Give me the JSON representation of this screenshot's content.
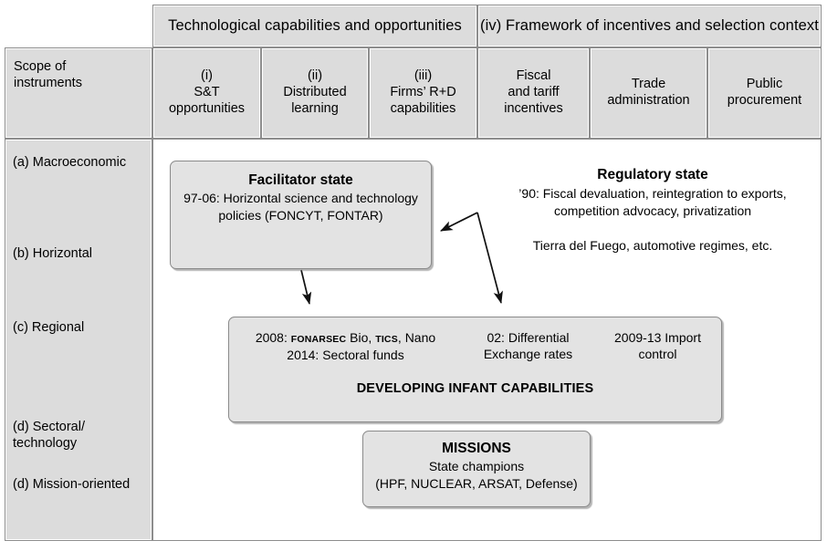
{
  "table": {
    "group_headers": [
      {
        "id": "tech",
        "label": "Technological capabilities and opportunities"
      },
      {
        "id": "frame",
        "label": "(iv) Framework of incentives and selection context"
      }
    ],
    "scope_header": "Scope of\ninstruments",
    "column_headers": [
      {
        "id": "i",
        "label": "(i)\nS&T\nopportunities"
      },
      {
        "id": "ii",
        "label": "(ii)\nDistributed\nlearning"
      },
      {
        "id": "iii",
        "label": "(iii)\nFirms’ R+D\ncapabilities"
      },
      {
        "id": "fisc",
        "label": "Fiscal\nand tariff\nincentives"
      },
      {
        "id": "trade",
        "label": "Trade\nadministration"
      },
      {
        "id": "proc",
        "label": "Public\nprocurement"
      }
    ],
    "scope_rows": [
      {
        "id": "a",
        "label": "(a) Macroeconomic"
      },
      {
        "id": "b",
        "label": "(b) Horizontal"
      },
      {
        "id": "c",
        "label": "(c) Regional"
      },
      {
        "id": "d",
        "label": "(d) Sectoral/\ntechnology"
      },
      {
        "id": "e",
        "label": "(d) Mission-oriented"
      }
    ]
  },
  "diagram": {
    "facilitator_box": {
      "title": "Facilitator state",
      "line1": "97-06: Horizontal science and technology",
      "line2": "policies  (FONCYT, FONTAR)"
    },
    "regulatory_text": {
      "title": "Regulatory state",
      "line1": "’90: Fiscal devaluation, reintegration to exports,",
      "line2": "competition advocacy, privatization",
      "line3": "Tierra del Fuego, automotive regimes, etc."
    },
    "developing_box": {
      "col1_line1_prefix": "2008: ",
      "col1_line1_sc1": "FONARSEC",
      "col1_line1_mid": " Bio, ",
      "col1_line1_sc2": "TICS",
      "col1_line1_suffix": ", Nano",
      "col1_line2": "2014: Sectoral funds",
      "col2_line1": "02: Differential",
      "col2_line2": "Exchange rates",
      "col3_line1": "2009-13 Import",
      "col3_line2": "control",
      "footer": "DEVELOPING INFANT CAPABILITIES"
    },
    "missions_box": {
      "title": "MISSIONS",
      "line1": "State champions",
      "line2": "(HPF, NUCLEAR, ARSAT, Defense)"
    }
  },
  "colors": {
    "header_fill": "#dcdcdc",
    "box_fill": "#e3e3e3",
    "border": "#8a8a8a",
    "text": "#000000",
    "canvas": "#ffffff"
  }
}
